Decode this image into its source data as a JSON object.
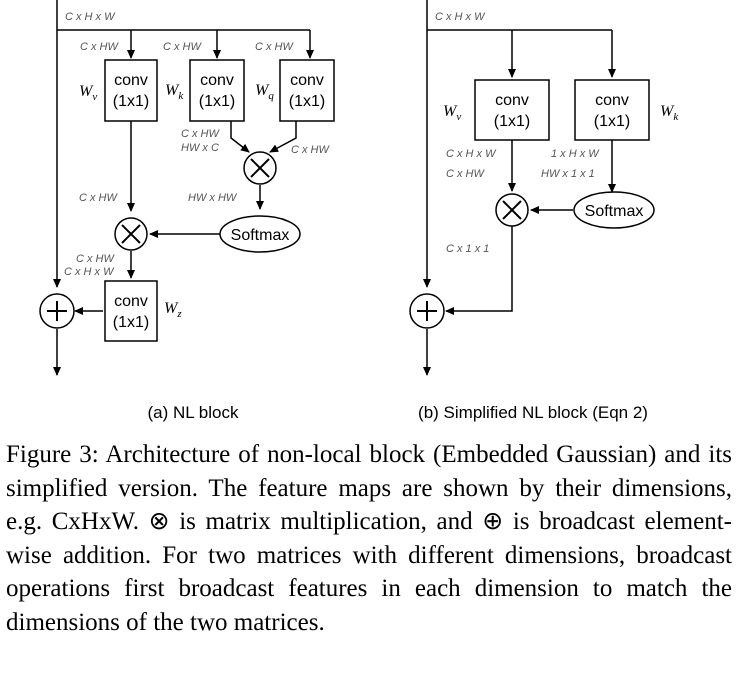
{
  "diagram": {
    "panel_a": {
      "caption": "(a) NL block",
      "input_dim": "C x H x W",
      "branch_dims": [
        "C x HW",
        "C x HW",
        "C x HW"
      ],
      "conv_label": "conv",
      "conv_kernel": "(1x1)",
      "weights": {
        "v": {
          "base": "W",
          "sub": "v"
        },
        "k": {
          "base": "W",
          "sub": "k"
        },
        "q": {
          "base": "W",
          "sub": "q"
        },
        "z": {
          "base": "W",
          "sub": "z"
        }
      },
      "key_dims": [
        "C x HW",
        "HW x C"
      ],
      "query_dim": "C x HW",
      "attn_dim": "HW x HW",
      "value_dim": "C x HW",
      "out_dims": [
        "C x HW",
        "C x H x W"
      ],
      "softmax_label": "Softmax"
    },
    "panel_b": {
      "caption": "(b) Simplified NL block (Eqn 2)",
      "input_dim": "C x H x W",
      "conv_label": "conv",
      "conv_kernel": "(1x1)",
      "weights": {
        "v": {
          "base": "W",
          "sub": "v"
        },
        "k": {
          "base": "W",
          "sub": "k"
        }
      },
      "value_dims": [
        "C x H x W",
        "C x HW"
      ],
      "key_dims": [
        "1 x H x W",
        "HW x 1 x 1"
      ],
      "out_dim": "C x 1 x 1",
      "softmax_label": "Softmax"
    }
  },
  "caption": {
    "part1": "Figure 3: Architecture of non-local block (Embedded Gaussian) and its simplified version. The feature maps are shown by their dimensions, e.g. CxHxW.",
    "otimes": "⊗",
    "part2": "is matrix multiplication, and",
    "oplus": "⊕",
    "part3": "is broadcast element-wise addition. For two matrices with different dimensions, broadcast operations first broadcast features in each dimension to match the dimensions of the two matrices."
  }
}
